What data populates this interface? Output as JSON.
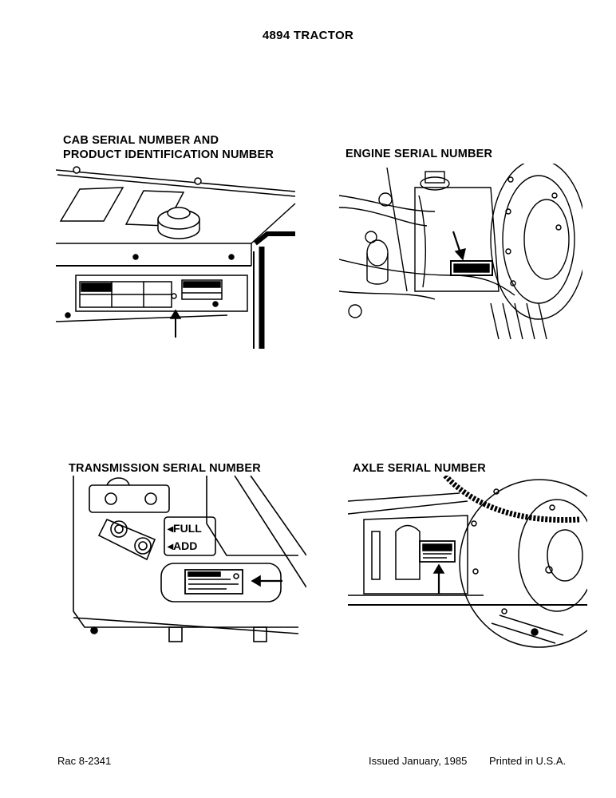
{
  "page": {
    "title": "4894 TRACTOR"
  },
  "figures": [
    {
      "id": "cab",
      "caption_line1": "CAB SERIAL NUMBER AND",
      "caption_line2": "PRODUCT IDENTIFICATION NUMBER"
    },
    {
      "id": "engine",
      "caption": "ENGINE SERIAL NUMBER"
    },
    {
      "id": "transmission",
      "caption": "TRANSMISSION SERIAL NUMBER",
      "label_full": "◂FULL",
      "label_add": "◂ADD"
    },
    {
      "id": "axle",
      "caption": "AXLE SERIAL NUMBER"
    }
  ],
  "footer": {
    "form_number": "Rac 8-2341",
    "issued": "Issued January, 1985",
    "printed": "Printed in U.S.A."
  }
}
